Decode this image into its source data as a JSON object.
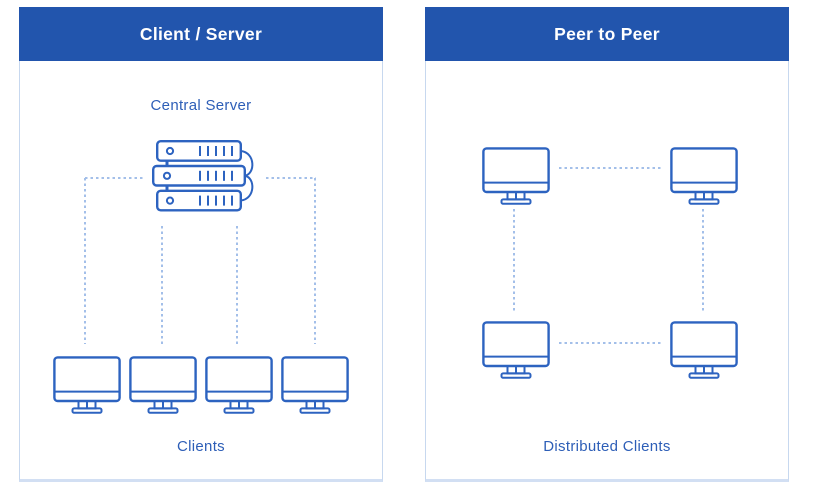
{
  "colors": {
    "header_bg": "#2255ad",
    "header_text": "#ffffff",
    "icon_stroke": "#2d63c0",
    "label_text": "#2d5eb7",
    "dotted_line": "#a3bfe9",
    "panel_border": "#c7d8ef",
    "panel_border_bottom": "#d2dff3",
    "background": "#ffffff"
  },
  "panels": [
    {
      "id": "client-server",
      "title": "Client / Server",
      "server_label": "Central Server",
      "clients_label": "Clients",
      "server_icon": "server-stack-icon",
      "client_icon": "monitor-icon",
      "client_count": 4,
      "connection_style": "dotted"
    },
    {
      "id": "peer-to-peer",
      "title": "Peer to Peer",
      "clients_label": "Distributed Clients",
      "client_icon": "monitor-icon",
      "client_count": 4,
      "topology": "square-mesh",
      "connection_style": "dotted"
    }
  ]
}
